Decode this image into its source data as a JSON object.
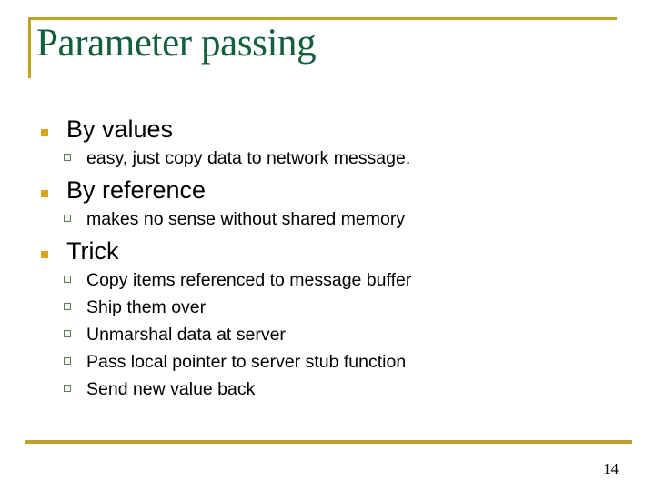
{
  "slide": {
    "title": "Parameter passing",
    "page_number": "14",
    "colors": {
      "title_text": "#13603E",
      "rule_gold": "#BFA12E",
      "bullet_level1": "#D9A520",
      "bullet_level2_border": "#62795C",
      "body_text": "#000000",
      "background": "#FFFFFF"
    },
    "bullets": [
      {
        "level": 1,
        "text": "By values",
        "bullet_icon": "filled-square-bullet-icon"
      },
      {
        "level": 2,
        "text": "easy, just copy data to network message.",
        "bullet_icon": "hollow-square-bullet-icon"
      },
      {
        "level": 1,
        "text": "By reference",
        "bullet_icon": "filled-square-bullet-icon"
      },
      {
        "level": 2,
        "text": "makes no sense without shared memory",
        "bullet_icon": "hollow-square-bullet-icon"
      },
      {
        "level": 1,
        "text": "Trick",
        "bullet_icon": "filled-square-bullet-icon"
      },
      {
        "level": 2,
        "text": "Copy items referenced to message buffer",
        "bullet_icon": "hollow-square-bullet-icon"
      },
      {
        "level": 2,
        "text": "Ship them over",
        "bullet_icon": "hollow-square-bullet-icon"
      },
      {
        "level": 2,
        "text": "Unmarshal data at server",
        "bullet_icon": "hollow-square-bullet-icon"
      },
      {
        "level": 2,
        "text": "Pass local pointer to server stub function",
        "bullet_icon": "hollow-square-bullet-icon"
      },
      {
        "level": 2,
        "text": "Send new value back",
        "bullet_icon": "hollow-square-bullet-icon"
      }
    ]
  }
}
